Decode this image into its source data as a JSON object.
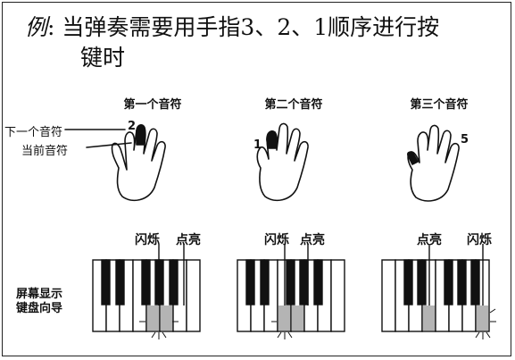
{
  "intro": {
    "label": "例",
    "colon": ":",
    "text_line1": "当弹奏需要用手指3、2、1顺序进行按",
    "text_line2": "键时"
  },
  "columns": [
    {
      "heading": "第一个音符",
      "finger_number": "2",
      "flash_label": "闪烁",
      "light_label": "点亮"
    },
    {
      "heading": "第二个音符",
      "finger_number": "1",
      "flash_label": "闪烁",
      "light_label": "点亮"
    },
    {
      "heading": "第三个音符",
      "finger_number": "5",
      "light_label": "点亮",
      "flash_label": "闪烁"
    }
  ],
  "callouts": {
    "next_note": "下一个音符",
    "current_note": "当前音符"
  },
  "side_label": {
    "line1": "屏幕显示",
    "line2": "键盘向导"
  },
  "colors": {
    "border": "#222222",
    "black_key": "#111111",
    "white_key": "#ffffff",
    "highlight_key": "#b4b4b4"
  }
}
